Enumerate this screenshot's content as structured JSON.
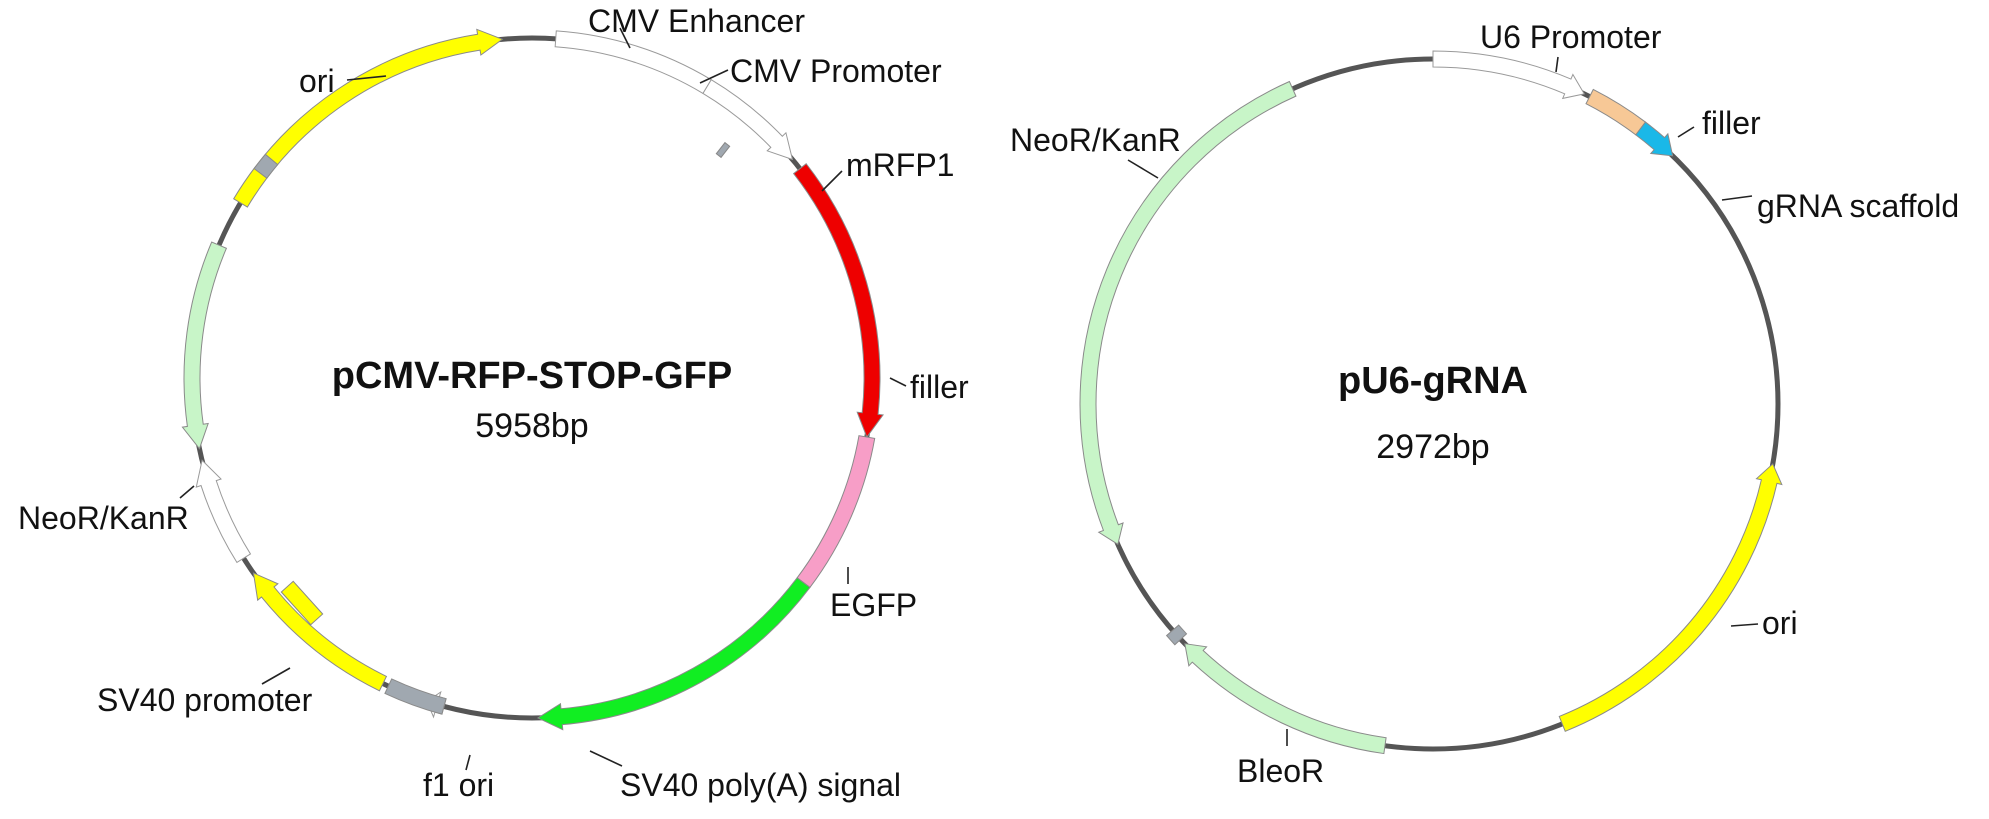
{
  "plasmids": [
    {
      "id": "left",
      "name": "pCMV-RFP-STOP-GFP",
      "size_label": "5958bp",
      "features": [
        {
          "key": "ori",
          "label": "ori",
          "type": "arrow",
          "dir": "cw",
          "start": 301,
          "end": 355,
          "color": "#ffff00"
        },
        {
          "key": "cmv-enhancer",
          "label": "CMV Enhancer",
          "type": "box",
          "start": 4,
          "end": 31,
          "color": "#ffffff"
        },
        {
          "key": "cmv-promoter",
          "label": "CMV Promoter",
          "type": "arrow",
          "dir": "cw",
          "start": 31,
          "end": 50,
          "color": "#ffffff"
        },
        {
          "key": "mrfp1",
          "label": "mRFP1",
          "type": "arrow",
          "dir": "cw",
          "start": 52,
          "end": 100,
          "color": "#ee0000"
        },
        {
          "key": "filler",
          "label": "filler",
          "type": "box",
          "start": 100,
          "end": 127,
          "color": "#f79ec7"
        },
        {
          "key": "egfp",
          "label": "EGFP",
          "type": "arrow",
          "dir": "cw",
          "start": 127,
          "end": 179,
          "color": "#11ee22"
        },
        {
          "key": "small-marker",
          "label": "",
          "type": "arrow",
          "dir": "cw",
          "start": 195,
          "end": 198,
          "color": "#ffffff"
        },
        {
          "key": "sv40-polya",
          "label": "SV40 poly(A) signal",
          "type": "box",
          "start": 195,
          "end": 205,
          "color": "#a0a8b0"
        },
        {
          "key": "f1-ori",
          "label": "f1 ori",
          "type": "arrow",
          "dir": "cw",
          "start": 206,
          "end": 235,
          "color": "#ffff00"
        },
        {
          "key": "sv40-promoter",
          "label": "SV40 promoter",
          "type": "arrow",
          "dir": "cw",
          "start": 238,
          "end": 256,
          "color": "#ffffff"
        },
        {
          "key": "neor-kanr",
          "label": "NeoR/KanR",
          "type": "arrow",
          "dir": "ccw",
          "start": 258,
          "end": 293,
          "color": "#c8f5c8"
        },
        {
          "key": "small-grey",
          "label": "",
          "type": "box",
          "start": 307,
          "end": 310,
          "color": "#a0a8b0"
        }
      ],
      "extras": [
        {
          "key": "f1-ori-inner-mark",
          "color": "#ffff00"
        },
        {
          "key": "promoter-inner-mark",
          "color": "#a0a8b0"
        }
      ]
    },
    {
      "id": "right",
      "name": "pU6-gRNA",
      "size_label": "2972bp",
      "features": [
        {
          "key": "u6-promoter",
          "label": "U6 Promoter",
          "type": "arrow",
          "dir": "cw",
          "start": 0,
          "end": 26,
          "color": "#ffffff"
        },
        {
          "key": "filler",
          "label": "filler",
          "type": "box",
          "start": 27,
          "end": 37,
          "color": "#f7c896"
        },
        {
          "key": "grna-scaffold",
          "label": "gRNA scaffold",
          "type": "arrow",
          "dir": "cw",
          "start": 37,
          "end": 44,
          "color": "#1ab8e8"
        },
        {
          "key": "ori",
          "label": "ori",
          "type": "arrow",
          "dir": "ccw",
          "start": 100,
          "end": 158,
          "color": "#ffff00"
        },
        {
          "key": "bleor",
          "label": "BleoR",
          "type": "arrow",
          "dir": "cw",
          "start": 188,
          "end": 226,
          "color": "#c8f5c8"
        },
        {
          "key": "neor-kanr",
          "label": "NeoR/KanR",
          "type": "arrow",
          "dir": "ccw",
          "start": 246,
          "end": 336,
          "color": "#c8f5c8"
        },
        {
          "key": "small-grey",
          "label": "",
          "type": "box",
          "start": 227,
          "end": 229,
          "color": "#a0a8b0"
        }
      ],
      "extras": []
    }
  ]
}
